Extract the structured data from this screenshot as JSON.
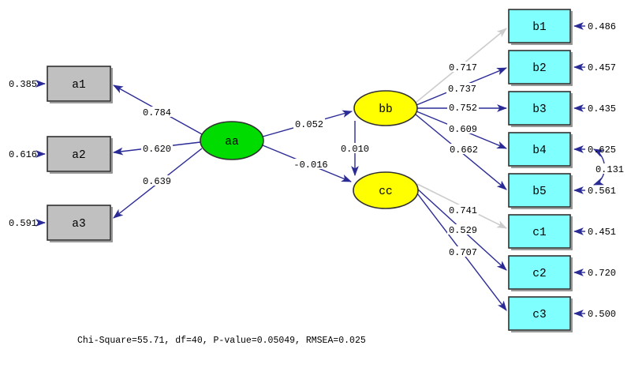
{
  "fit_statistics": "Chi-Square=55.71, df=40, P-value=0.05049, RMSEA=0.025",
  "latent_variables": [
    {
      "name": "aa"
    },
    {
      "name": "bb"
    },
    {
      "name": "cc"
    }
  ],
  "measurement_model": [
    {
      "indicator": "a1",
      "latent": "aa",
      "loading": "0.784",
      "error": "0.385"
    },
    {
      "indicator": "a2",
      "latent": "aa",
      "loading": "0.620",
      "error": "0.616"
    },
    {
      "indicator": "a3",
      "latent": "aa",
      "loading": "0.639",
      "error": "0.591"
    },
    {
      "indicator": "b1",
      "latent": "bb",
      "loading": "0.717",
      "error": "0.486"
    },
    {
      "indicator": "b2",
      "latent": "bb",
      "loading": "0.737",
      "error": "0.457"
    },
    {
      "indicator": "b3",
      "latent": "bb",
      "loading": "0.752",
      "error": "0.435"
    },
    {
      "indicator": "b4",
      "latent": "bb",
      "loading": "0.609",
      "error": "0.625"
    },
    {
      "indicator": "b5",
      "latent": "bb",
      "loading": "0.662",
      "error": "0.561"
    },
    {
      "indicator": "c1",
      "latent": "cc",
      "loading": "0.741",
      "error": "0.451"
    },
    {
      "indicator": "c2",
      "latent": "cc",
      "loading": "0.529",
      "error": "0.720"
    },
    {
      "indicator": "c3",
      "latent": "cc",
      "loading": "0.707",
      "error": "0.500"
    }
  ],
  "structural_paths": [
    {
      "from": "aa",
      "to": "bb",
      "value": "0.052"
    },
    {
      "from": "aa",
      "to": "cc",
      "value": "-0.016"
    },
    {
      "from": "bb",
      "to": "cc",
      "value": "0.010"
    }
  ],
  "error_covariance": {
    "between": [
      "b4",
      "b5"
    ],
    "value": "0.131"
  },
  "colors": {
    "latent_exogenous": "#00DB00",
    "latent_endogenous": "#FFFF00",
    "indicator_left": "#C0C0C0",
    "indicator_right": "#80FFFF",
    "path_arrow": "#2B2B96",
    "fixed_path_arrow": "#CCCCCC",
    "text": "#000000",
    "background": "#FFFFFF"
  }
}
